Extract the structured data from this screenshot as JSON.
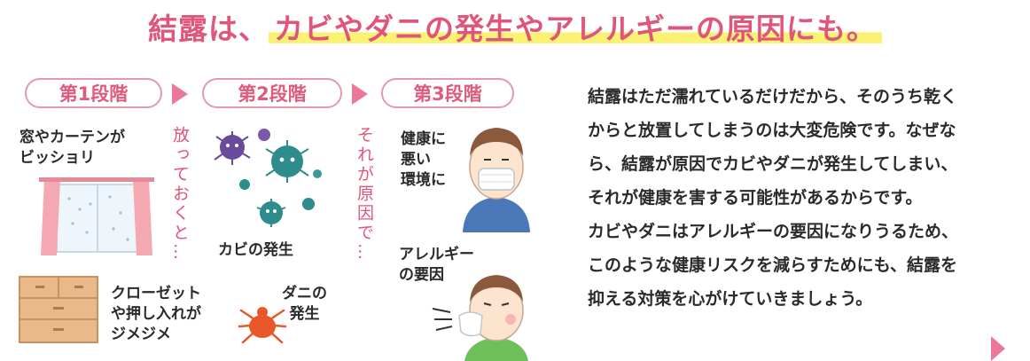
{
  "title": {
    "pre": "結露は、",
    "highlight": "カビやダニの発生やアレルギーの原因にも。"
  },
  "stages": [
    "第1段階",
    "第2段階",
    "第3段階"
  ],
  "stage1": {
    "window_caption": [
      "窓やカーテンが",
      "ビッショリ"
    ],
    "closet_caption": [
      "クローゼット",
      "や押し入れが",
      "ジメジメ"
    ]
  },
  "connectors": {
    "first": "放っておくと…",
    "second": "それが原因で…"
  },
  "stage2": {
    "mold_caption": "カビの発生",
    "mite_caption": [
      "ダニの",
      "発生"
    ]
  },
  "stage3": {
    "health_caption": [
      "健康に",
      "悪い",
      "環境に"
    ],
    "allergy_caption": [
      "アレルギー",
      "の要因"
    ]
  },
  "paragraph": [
    "結露はただ濡れているだけだから、そのうち乾く",
    "からと放置してしまうのは大変危険です。なぜな",
    "ら、結露が原因でカビやダニが発生してしまい、",
    "それが健康を害する可能性があるからです。",
    "カビやダニはアレルギーの要因になりうるため、",
    "このような健康リスクを減らすためにも、結露を",
    "抑える対策を心がけていきましょう。"
  ],
  "colors": {
    "accent_pink": "#e0557a",
    "highlight_yellow": "#fbf173",
    "curtain_pink": "#f4a9b2",
    "mold_teal": "#2f8c8c",
    "mold_purple": "#6a4a9a",
    "closet_wood": "#e9b98a",
    "mite_orange": "#e8582a"
  }
}
